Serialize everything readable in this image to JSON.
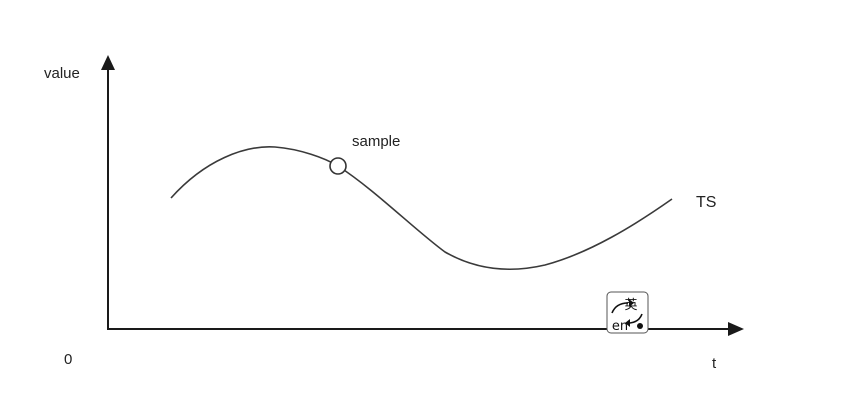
{
  "axes": {
    "y_label": "value",
    "x_label": "t",
    "origin_label": "0"
  },
  "curve": {
    "label": "TS"
  },
  "point": {
    "label": "sample"
  },
  "ime_badge": {
    "glyph": "英",
    "text": "en"
  }
}
